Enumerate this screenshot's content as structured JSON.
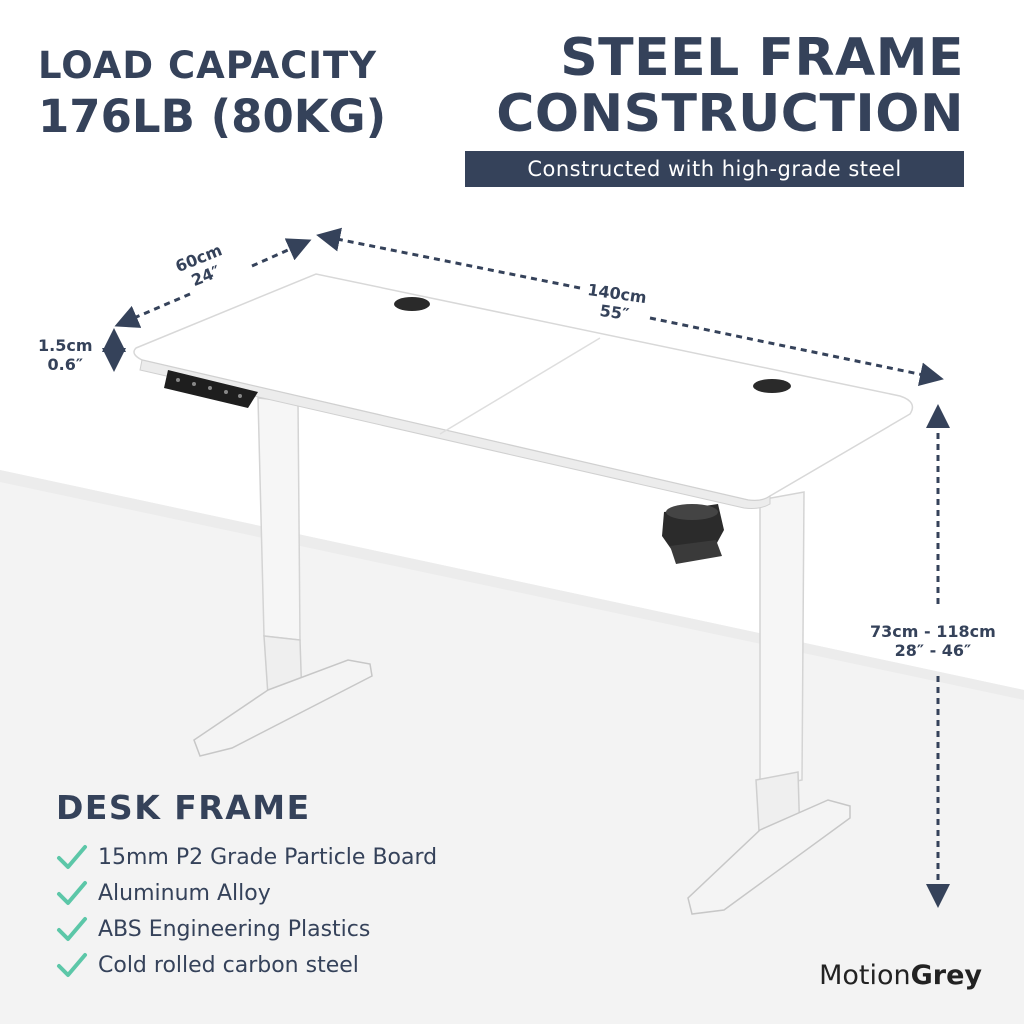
{
  "load": {
    "label": "LOAD CAPACITY",
    "value": "176LB (80KG)"
  },
  "steel": {
    "title_line1": "STEEL FRAME",
    "title_line2": "CONSTRUCTION",
    "subtitle": "Constructed with high-grade steel"
  },
  "dimensions": {
    "depth_cm": "60cm",
    "depth_in": "24″",
    "width_cm": "140cm",
    "width_in": "55″",
    "thickness_cm": "1.5cm",
    "thickness_in": "0.6″",
    "height_cm": "73cm - 118cm",
    "height_in": "28″ - 46″"
  },
  "frame": {
    "title": "DESK FRAME",
    "features": [
      "15mm P2 Grade Particle Board",
      "Aluminum Alloy",
      "ABS Engineering Plastics",
      "Cold rolled carbon steel"
    ]
  },
  "brand": {
    "part1": "Motion",
    "part2": "Grey"
  },
  "colors": {
    "navy": "#35425a",
    "check": "#5cc7a8",
    "desk": "#ffffff",
    "frame": "#f2f2f2"
  }
}
